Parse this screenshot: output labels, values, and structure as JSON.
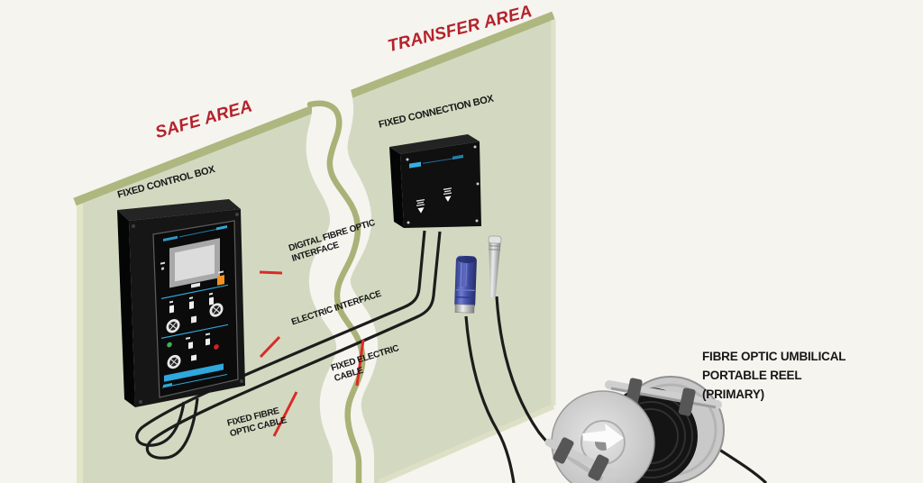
{
  "labels": {
    "safe_area": "SAFE AREA",
    "transfer_area": "TRANSFER AREA",
    "control_box": "FIXED CONTROL BOX",
    "connection_box": "FIXED CONNECTION BOX",
    "digital_interface": "DIGITAL FIBRE OPTIC INTERFACE",
    "electric_interface": "ELECTRIC INTERFACE",
    "fixed_electric_cable": "FIXED ELECTRIC CABLE",
    "fixed_fibre_cable": "FIXED FIBRE OPTIC CABLE",
    "reel": "FIBRE OPTIC UMBILICAL PORTABLE REEL (PRIMARY)"
  },
  "icons": {
    "reel_direction": "direction-arrow-icon",
    "connection_box_ports": "port-down-arrow-icon"
  },
  "colors": {
    "background": "#f5f4ef",
    "panel_green": "#d3d9c1",
    "panel_edge_olive": "#aeb77f",
    "panel_edge_light": "#e3e5c8",
    "red_text": "#b5222b",
    "leader_red": "#d92b26",
    "cable_black": "#1c1c1c",
    "accent_blue": "#2fa8dc",
    "orange": "#f5921e",
    "connector_blue": "#4a55ad",
    "metal_gray": "#c9c9c9"
  }
}
